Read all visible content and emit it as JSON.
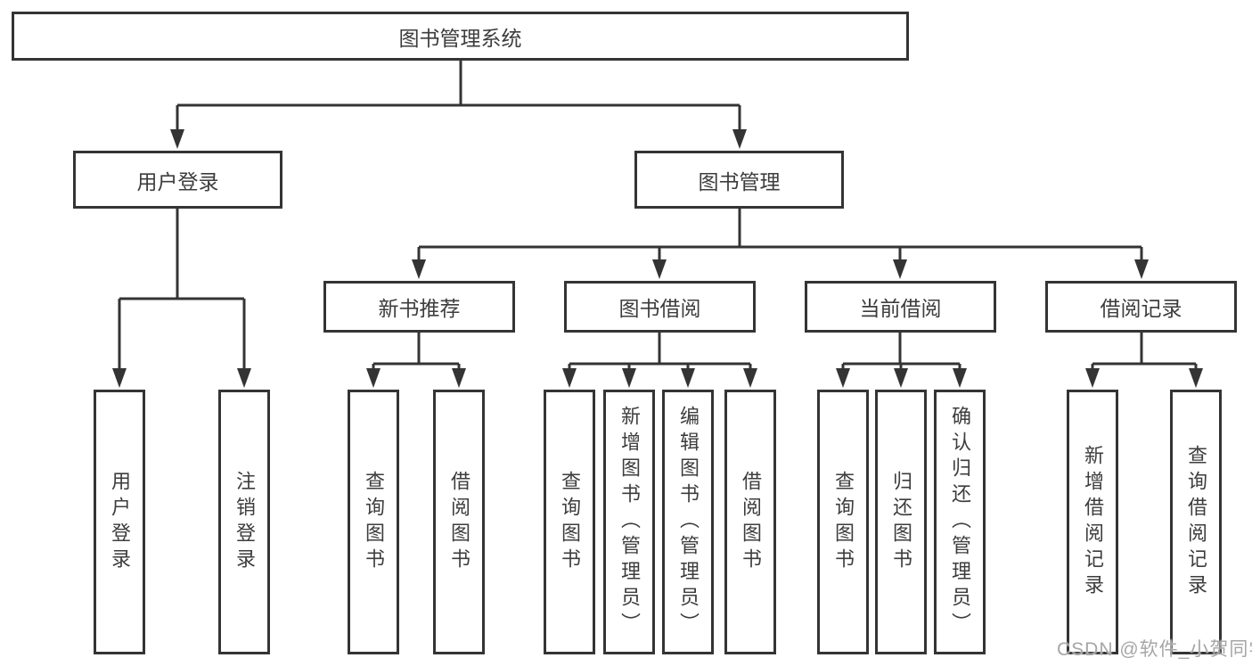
{
  "diagram": {
    "title": "图书管理系统",
    "root": {
      "label": "图书管理系统"
    },
    "branches": [
      {
        "label": "用户登录",
        "leaves": [
          "用户登录",
          "注销登录"
        ]
      },
      {
        "label": "图书管理",
        "groups": [
          {
            "label": "新书推荐",
            "leaves": [
              "查询图书",
              "借阅图书"
            ]
          },
          {
            "label": "图书借阅",
            "leaves": [
              "查询图书",
              "新增图书（管理员）",
              "编辑图书（管理员）",
              "借阅图书"
            ]
          },
          {
            "label": "当前借阅",
            "leaves": [
              "查询图书",
              "归还图书",
              "确认归还（管理员）"
            ]
          },
          {
            "label": "借阅记录",
            "leaves": [
              "新增借阅记录",
              "查询借阅记录"
            ]
          }
        ]
      }
    ]
  },
  "watermark": {
    "text": "CSDN @软件_小贺同学"
  },
  "colors": {
    "line": "#343434",
    "text": "#3d3d3d",
    "background": "#ffffff",
    "watermark": "#a6a6a6"
  }
}
